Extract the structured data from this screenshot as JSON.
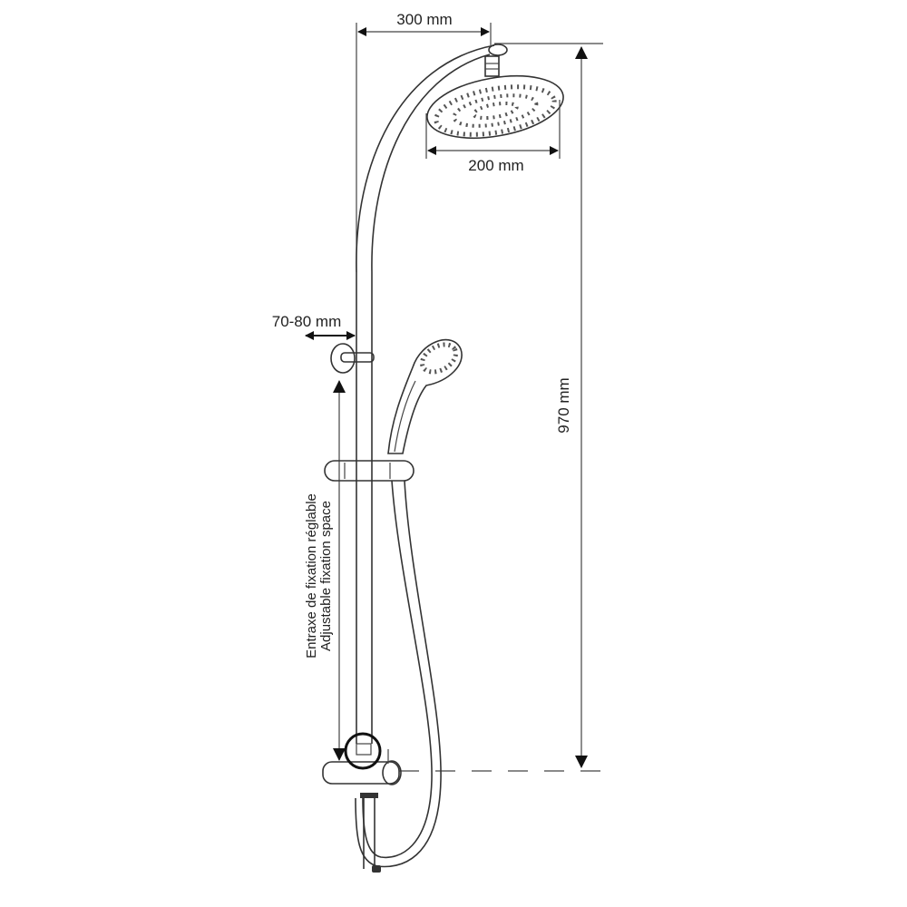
{
  "dimensions": {
    "arm_reach": "300 mm",
    "head_diameter": "200 mm",
    "wall_offset": "70-80 mm",
    "total_height": "970 mm"
  },
  "labels": {
    "fixation_fr": "Entraxe de fixation réglable",
    "fixation_en": "Adjustable fixation space"
  },
  "colors": {
    "line": "#333333",
    "background": "#ffffff"
  }
}
